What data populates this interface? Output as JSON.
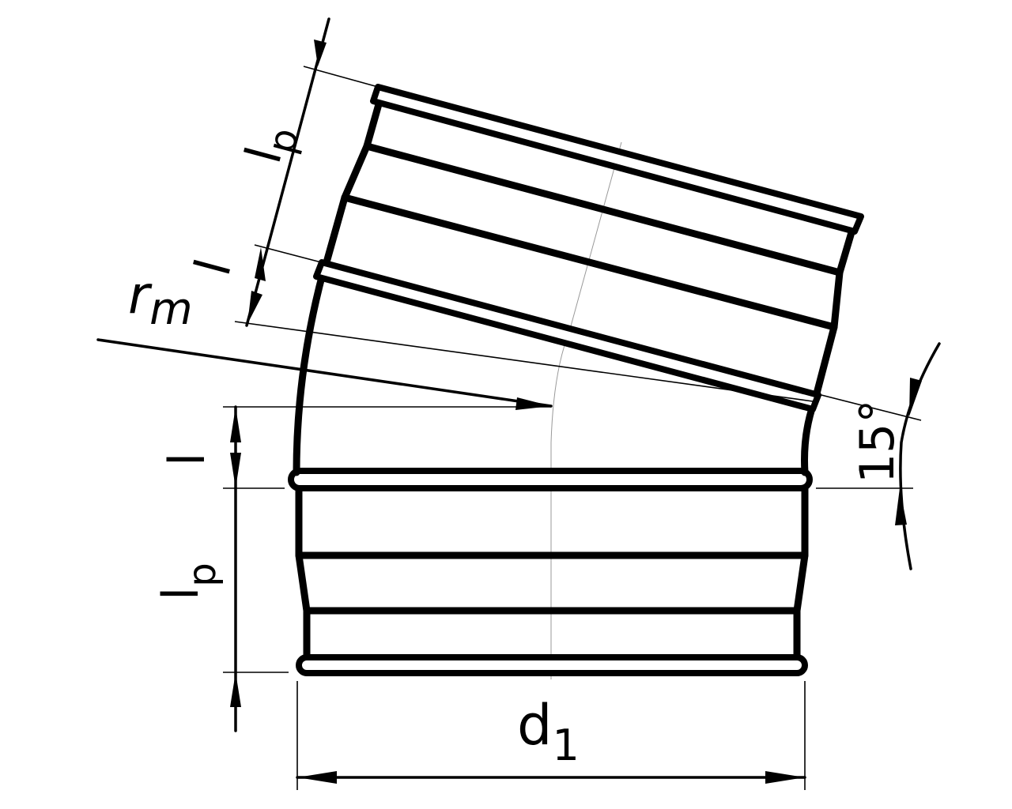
{
  "labels": {
    "lp_top": {
      "main": "l",
      "sub": "p"
    },
    "l_top": "l",
    "rm": {
      "main": "r",
      "sub": "m"
    },
    "l_left": "l",
    "lp_left": {
      "main": "l",
      "sub": "p"
    },
    "d1": {
      "main": "d",
      "sub": "1"
    },
    "angle": "15°"
  },
  "colors": {
    "line": "#000000",
    "background": "#ffffff",
    "centerline": "#999999"
  }
}
